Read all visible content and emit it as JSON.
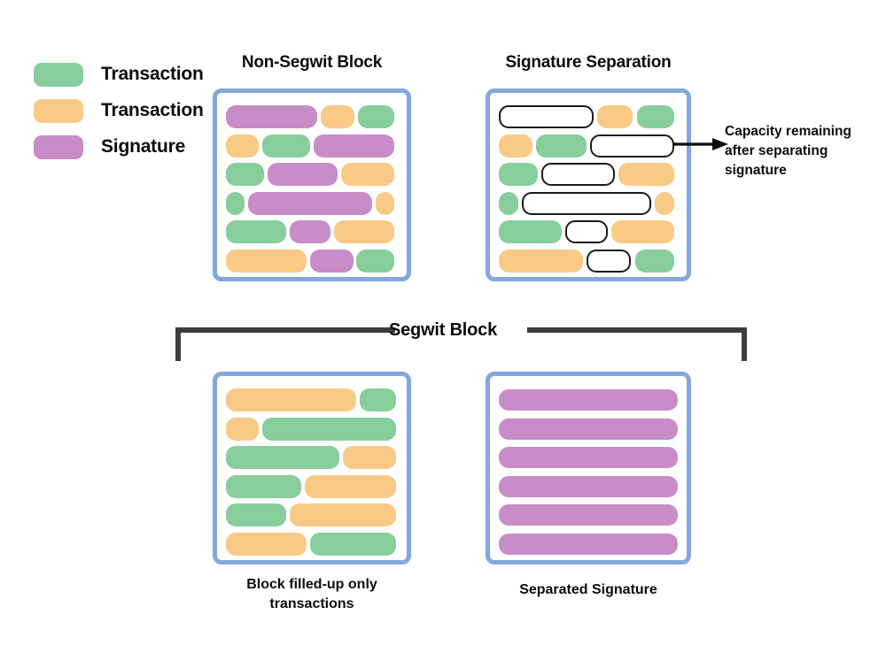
{
  "legend": {
    "items": [
      {
        "label": "Transaction",
        "color": "#87ce9c",
        "swatch_name": "legend-swatch-transaction-green"
      },
      {
        "label": "Transaction",
        "color": "#f9ca86",
        "swatch_name": "legend-swatch-transaction-orange"
      },
      {
        "label": "Signature",
        "color": "#c88cc8",
        "swatch_name": "legend-swatch-signature"
      }
    ]
  },
  "colors": {
    "transaction_green": "#87ce9c",
    "transaction_orange": "#f9ca86",
    "signature_purple": "#c88cc8",
    "block_border_blue": "#82a8dc",
    "empty_slot_outline": "#1a1a1a",
    "bracket_gray": "#3d3d3d",
    "text": "#0c0c0c",
    "background": "#ffffff"
  },
  "blocks": {
    "non_segwit": {
      "title": "Non-Segwit Block",
      "rows": [
        [
          {
            "type": "signature",
            "w": 53
          },
          {
            "type": "gap",
            "w": 2
          },
          {
            "type": "transaction_orange",
            "w": 20
          },
          {
            "type": "gap",
            "w": 2
          },
          {
            "type": "transaction_green",
            "w": 21
          }
        ],
        [
          {
            "type": "transaction_orange",
            "w": 19
          },
          {
            "type": "gap",
            "w": 2
          },
          {
            "type": "transaction_green",
            "w": 28
          },
          {
            "type": "gap",
            "w": 2
          },
          {
            "type": "signature",
            "w": 47
          }
        ],
        [
          {
            "type": "transaction_green",
            "w": 22
          },
          {
            "type": "gap",
            "w": 2
          },
          {
            "type": "signature",
            "w": 41
          },
          {
            "type": "gap",
            "w": 2
          },
          {
            "type": "transaction_orange",
            "w": 31
          }
        ],
        [
          {
            "type": "transaction_green",
            "w": 11
          },
          {
            "type": "gap",
            "w": 2
          },
          {
            "type": "signature",
            "w": 72
          },
          {
            "type": "gap",
            "w": 2
          },
          {
            "type": "transaction_orange",
            "w": 11
          }
        ],
        [
          {
            "type": "transaction_green",
            "w": 35
          },
          {
            "type": "gap",
            "w": 2
          },
          {
            "type": "signature",
            "w": 24
          },
          {
            "type": "gap",
            "w": 2
          },
          {
            "type": "transaction_orange",
            "w": 35
          }
        ],
        [
          {
            "type": "transaction_orange",
            "w": 47
          },
          {
            "type": "gap",
            "w": 2
          },
          {
            "type": "signature",
            "w": 25
          },
          {
            "type": "gap",
            "w": 2
          },
          {
            "type": "transaction_green",
            "w": 22
          }
        ]
      ]
    },
    "signature_separation": {
      "title": "Signature Separation",
      "rows": [
        [
          {
            "type": "empty",
            "w": 53
          },
          {
            "type": "gap",
            "w": 2
          },
          {
            "type": "transaction_orange",
            "w": 20
          },
          {
            "type": "gap",
            "w": 2
          },
          {
            "type": "transaction_green",
            "w": 21
          }
        ],
        [
          {
            "type": "transaction_orange",
            "w": 19
          },
          {
            "type": "gap",
            "w": 2
          },
          {
            "type": "transaction_green",
            "w": 28
          },
          {
            "type": "gap",
            "w": 2
          },
          {
            "type": "empty",
            "w": 47
          }
        ],
        [
          {
            "type": "transaction_green",
            "w": 22
          },
          {
            "type": "gap",
            "w": 2
          },
          {
            "type": "empty",
            "w": 41
          },
          {
            "type": "gap",
            "w": 2
          },
          {
            "type": "transaction_orange",
            "w": 31
          }
        ],
        [
          {
            "type": "transaction_green",
            "w": 11
          },
          {
            "type": "gap",
            "w": 2
          },
          {
            "type": "empty",
            "w": 72
          },
          {
            "type": "gap",
            "w": 2
          },
          {
            "type": "transaction_orange",
            "w": 11
          }
        ],
        [
          {
            "type": "transaction_green",
            "w": 35
          },
          {
            "type": "gap",
            "w": 2
          },
          {
            "type": "empty",
            "w": 24
          },
          {
            "type": "gap",
            "w": 2
          },
          {
            "type": "transaction_orange",
            "w": 35
          }
        ],
        [
          {
            "type": "transaction_orange",
            "w": 47
          },
          {
            "type": "gap",
            "w": 2
          },
          {
            "type": "empty",
            "w": 25
          },
          {
            "type": "gap",
            "w": 2
          },
          {
            "type": "transaction_green",
            "w": 22
          }
        ]
      ],
      "annotation": "Capacity remaining after separating signature"
    },
    "segwit_block": {
      "bracket_label": "Segwit Block",
      "left": {
        "caption": "Block filled-up only transactions",
        "rows": [
          [
            {
              "type": "transaction_orange",
              "w": 76
            },
            {
              "type": "gap",
              "w": 2
            },
            {
              "type": "transaction_green",
              "w": 21
            }
          ],
          [
            {
              "type": "transaction_orange",
              "w": 19
            },
            {
              "type": "gap",
              "w": 2
            },
            {
              "type": "transaction_green",
              "w": 78
            }
          ],
          [
            {
              "type": "transaction_green",
              "w": 66
            },
            {
              "type": "gap",
              "w": 2
            },
            {
              "type": "transaction_orange",
              "w": 31
            }
          ],
          [
            {
              "type": "transaction_green",
              "w": 44
            },
            {
              "type": "gap",
              "w": 2
            },
            {
              "type": "transaction_orange",
              "w": 53
            }
          ],
          [
            {
              "type": "transaction_green",
              "w": 35
            },
            {
              "type": "gap",
              "w": 2
            },
            {
              "type": "transaction_orange",
              "w": 62
            }
          ],
          [
            {
              "type": "transaction_orange",
              "w": 47
            },
            {
              "type": "gap",
              "w": 2
            },
            {
              "type": "transaction_green",
              "w": 50
            }
          ]
        ]
      },
      "right": {
        "caption": "Separated Signature",
        "rows": [
          [
            {
              "type": "signature",
              "w": 100
            }
          ],
          [
            {
              "type": "signature",
              "w": 100
            }
          ],
          [
            {
              "type": "signature",
              "w": 100
            }
          ],
          [
            {
              "type": "signature",
              "w": 100
            }
          ],
          [
            {
              "type": "signature",
              "w": 100
            }
          ],
          [
            {
              "type": "signature",
              "w": 100
            }
          ]
        ]
      }
    }
  }
}
